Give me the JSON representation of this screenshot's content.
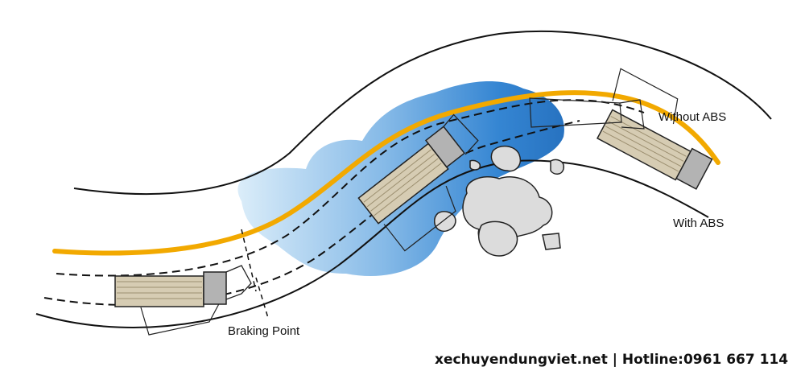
{
  "labels": {
    "without_abs": "Without ABS",
    "with_abs": "With ABS",
    "braking_point": "Braking Point"
  },
  "footer": {
    "text": "xechuyendungviet.net | Hotline:0961 667 114"
  },
  "colors": {
    "road_edge": "#111111",
    "skid_path": "#f2a900",
    "water_light": "#bcdcf2",
    "water_dark": "#1d74c8",
    "rock_fill": "#dcdcdc",
    "rock_stroke": "#222222",
    "truck_cargo": "#d6ccb3",
    "truck_cab": "#b3b3b3"
  }
}
